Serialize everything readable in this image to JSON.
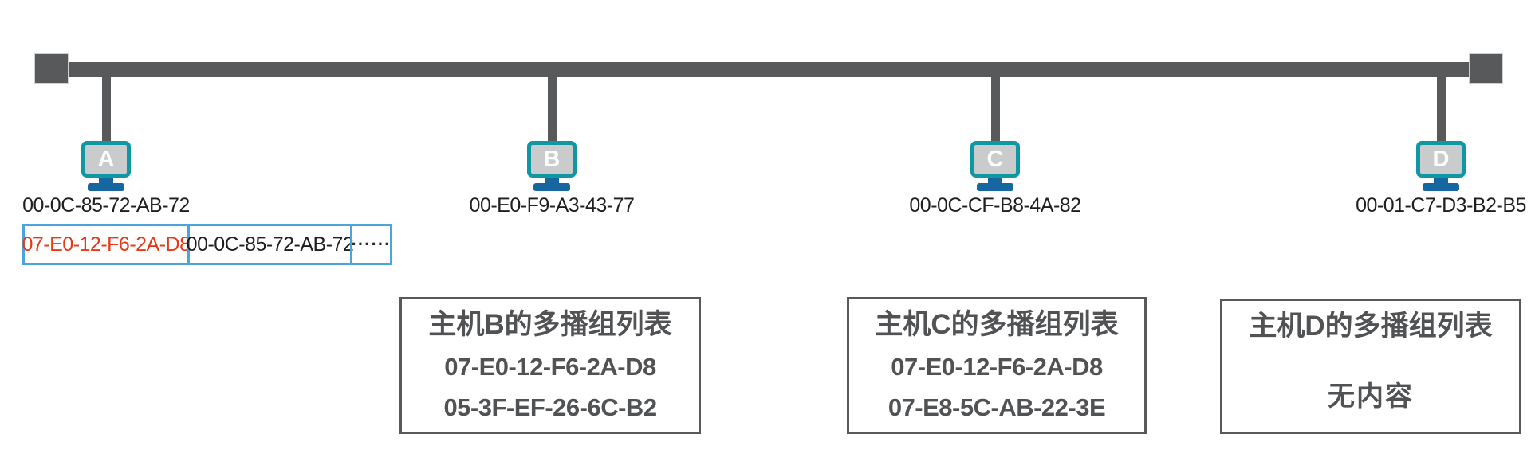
{
  "diagram": {
    "kind": "ethernet-bus-multicast-topology",
    "hosts": [
      {
        "letter": "A",
        "mac": "00-0C-85-72-AB-72"
      },
      {
        "letter": "B",
        "mac": "00-E0-F9-A3-43-77"
      },
      {
        "letter": "C",
        "mac": "00-0C-CF-B8-4A-82"
      },
      {
        "letter": "D",
        "mac": "00-01-C7-D3-B2-B5"
      }
    ],
    "host_a_table": {
      "multicast_address": "07-E0-12-F6-2A-D8",
      "own_mac": "00-0C-85-72-AB-72",
      "ellipsis": "······"
    },
    "group_lists": [
      {
        "title": "主机B的多播组列表",
        "entries": [
          "07-E0-12-F6-2A-D8",
          "05-3F-EF-26-6C-B2"
        ]
      },
      {
        "title": "主机C的多播组列表",
        "entries": [
          "07-E0-12-F6-2A-D8",
          "07-E8-5C-AB-22-3E"
        ]
      },
      {
        "title": "主机D的多播组列表",
        "entries": [
          "无内容"
        ]
      }
    ],
    "colors": {
      "bus_gray": "#58595b",
      "monitor_teal": "#0f98a2",
      "monitor_screen": "#c9cbcc",
      "stand_blue": "#16679f",
      "table_border_blue": "#4ba5da",
      "highlight_red": "#e43a17",
      "box_border_gray": "#58595b",
      "box_text_gray": "#515254"
    }
  }
}
